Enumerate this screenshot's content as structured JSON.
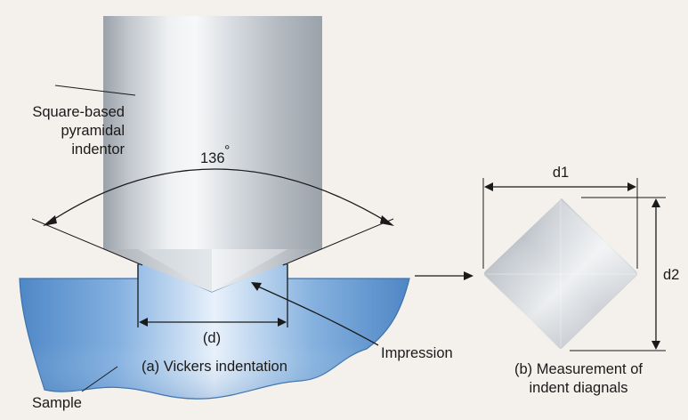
{
  "labels": {
    "indentor": [
      "Square-based",
      "pyramidal",
      "indentor"
    ],
    "angle": "136",
    "angle_unit": "°",
    "d": "(d)",
    "vickers": "(a) Vickers indentation",
    "impression": "Impression",
    "sample": "Sample",
    "d1": "d1",
    "d2": "d2",
    "measurement": [
      "(b) Measurement of",
      "indent diagnals"
    ]
  },
  "colors": {
    "background": "#f4f1ec",
    "sample_blue": "#6a9fd6",
    "sample_dark": "#4d86c4",
    "metal_light": "#f2f4f6",
    "metal_mid": "#c9ced4",
    "metal_dark": "#8d949c"
  }
}
